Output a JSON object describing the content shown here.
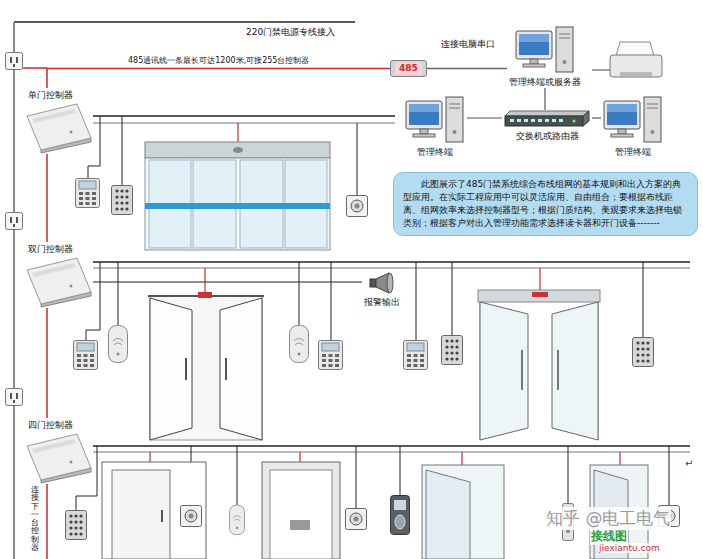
{
  "diagram": {
    "nodes": [
      {
        "text": [
          "485"
        ]
      },
      {
        "text": [
          "管理终端或服务器"
        ]
      },
      {
        "text": [
          "交换机或路由器"
        ]
      },
      {
        "text": [
          "管理终端"
        ]
      },
      {
        "text": [
          "管理终端"
        ]
      },
      {
        "text": [
          "此图展示了485门禁系统综合布线组网的基本规则和出入方案的典型应用。在实际工程应用中可以灵活应用、自由组合；要根据布线距离、组网效率来选择控制器型号；根据门质结构、美观要求来选择电锁类别；根据客户对出入管理功能需求选择读卡器和开门设备-------"
        ]
      },
      {
        "text": [
          "单门控制器"
        ]
      },
      {
        "text": [
          "双门控制器"
        ]
      },
      {
        "text": [
          "报警输出"
        ]
      },
      {
        "text": [
          "四门控制器"
        ]
      }
    ],
    "edges": [
      {
        "from": 6,
        "to": 0,
        "label": "485通讯线一条最长可达1200米,可接255台控制器",
        "arrow": "none"
      },
      {
        "from": 0,
        "to": 1,
        "arrow": "none"
      },
      {
        "from": 1,
        "to": 2,
        "arrow": "none"
      },
      {
        "from": 2,
        "to": 3,
        "arrow": "none"
      },
      {
        "from": 2,
        "to": 4,
        "arrow": "none"
      },
      {
        "from": 6,
        "to": 7,
        "arrow": "none"
      },
      {
        "from": 7,
        "to": 9,
        "arrow": "none"
      },
      {
        "from": 7,
        "to": 8,
        "arrow": "none"
      }
    ],
    "labels": [
      "220门禁电源专线接入",
      "连接电脑串口",
      "连接下一台控制器",
      "知乎 @电工电气",
      "接线图",
      "jiexiantu.com",
      "↵"
    ]
  }
}
